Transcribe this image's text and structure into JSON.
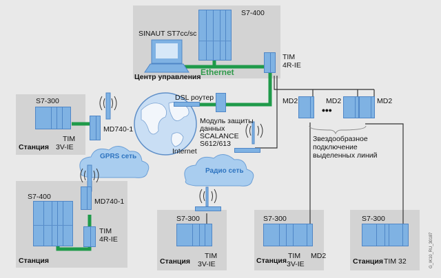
{
  "control_center": {
    "plc": "S7-400",
    "software": "SINAUT ST7cc/sc",
    "caption": "Центр управления",
    "network": "Ethernet",
    "tim": [
      "TIM",
      "4R-IE"
    ]
  },
  "left_top_station": {
    "plc": "S7-300",
    "tim": [
      "TIM",
      "3V-IE"
    ],
    "caption": "Станция",
    "modem": "MD740-1"
  },
  "internet": {
    "label": "Internet",
    "router": "DSL роутер",
    "security": [
      "Модуль защиты",
      "данных",
      "SCALANCE",
      "S612/613"
    ]
  },
  "clouds": {
    "gprs": "GPRS сеть",
    "radio": "Радио сеть"
  },
  "left_bottom_station": {
    "plc": "S7-400",
    "modem": "MD740-1",
    "tim": [
      "TIM",
      "4R-IE"
    ],
    "caption": "Станция"
  },
  "md2_group": {
    "labels": [
      "MD2",
      "MD2",
      "MD2"
    ],
    "ellipsis": "•••",
    "note": [
      "Звездообразное",
      "подключение",
      "выделенных линий"
    ]
  },
  "bottom_stations": [
    {
      "plc": "S7-300",
      "caption": "Станция",
      "tim": [
        "TIM",
        "3V-IE"
      ]
    },
    {
      "plc": "S7-300",
      "caption": "Станция",
      "tim": [
        "TIM",
        "3V-IE"
      ],
      "extra": "MD2"
    },
    {
      "plc": "S7-300",
      "caption": "Станция",
      "tim": [
        "TIM 32"
      ]
    }
  ],
  "figure_code": "G_IK10_RU_30187",
  "colors": {
    "ethernet": "#1f9a4a",
    "device": "#7fb2e3",
    "device_border": "#4f86c6",
    "cloud": "#a9cdef",
    "panel": "#d3d3d3",
    "background": "#e9e9e9"
  }
}
